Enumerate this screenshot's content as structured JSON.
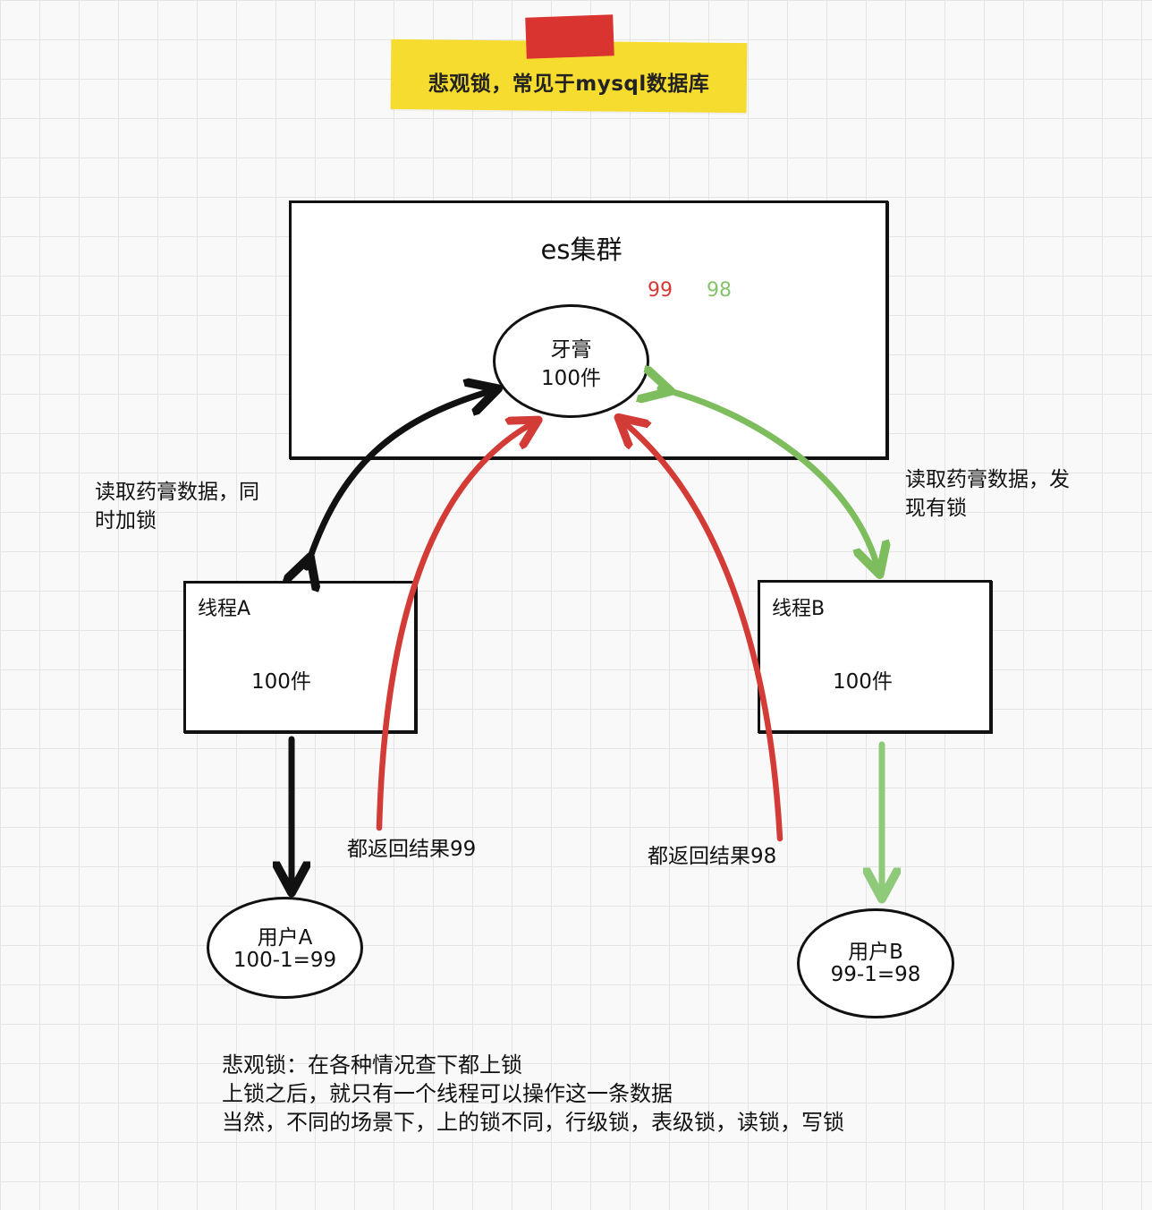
{
  "header": {
    "note": "悲观锁，常见于mysql数据库",
    "colors": {
      "note_bg": "#f6dc2e",
      "tape": "#d9342f"
    }
  },
  "cluster": {
    "title": "es集群",
    "values": [
      {
        "text": "99",
        "color": "#d33b36"
      },
      {
        "text": "98",
        "color": "#86c46d"
      }
    ],
    "item": {
      "name": "牙膏",
      "count": "100件"
    }
  },
  "threads": {
    "a": {
      "title": "线程A",
      "count": "100件"
    },
    "b": {
      "title": "线程B",
      "count": "100件"
    }
  },
  "users": {
    "a": {
      "name": "用户A",
      "calc": "100-1=99"
    },
    "b": {
      "name": "用户B",
      "calc": "99-1=98"
    }
  },
  "labels": {
    "read_lock_line1": "读取药膏数据，同",
    "read_lock_line2": "时加锁",
    "read_found_line1": "读取药膏数据，发",
    "read_found_line2": "现有锁",
    "return_99": "都返回结果99",
    "return_98": "都返回结果98"
  },
  "notes": [
    "悲观锁：在各种情况查下都上锁",
    "上锁之后，就只有一个线程可以操作这一条数据",
    "当然，不同的场景下，上的锁不同，行级锁，表级锁，读锁，写锁"
  ],
  "arrow_colors": {
    "black": "#111111",
    "red": "#d33b36",
    "green": "#7dbd5e",
    "light_green": "#8fc97a"
  }
}
